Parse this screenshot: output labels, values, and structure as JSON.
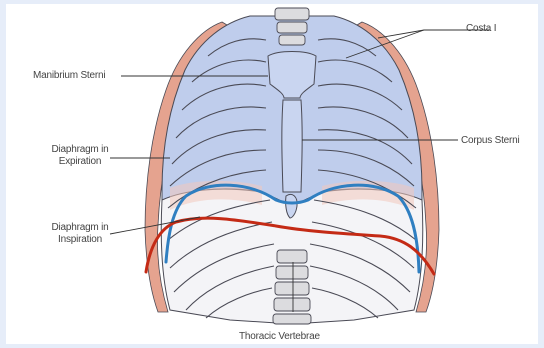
{
  "labels": {
    "costa": "Costa I",
    "manubrium": "Manibrium Sterni",
    "corpus": "Corpus Sterni",
    "expiration_line1": "Diaphragm in",
    "expiration_line2": "Expiration",
    "inspiration_line1": "Diaphragm in",
    "inspiration_line2": "Inspiration",
    "vertebrae": "Thoracic Vertebrae"
  },
  "colors": {
    "page_border": "#e6edf9",
    "rib_blue_fill": "#bfcdec",
    "rib_outline": "#4a4a55",
    "cartilage_pink": "#e5a38f",
    "lower_rib_fill": "#f4f4f7",
    "expiration_curve": "#2f7fc1",
    "inspiration_curve": "#c42a15"
  }
}
